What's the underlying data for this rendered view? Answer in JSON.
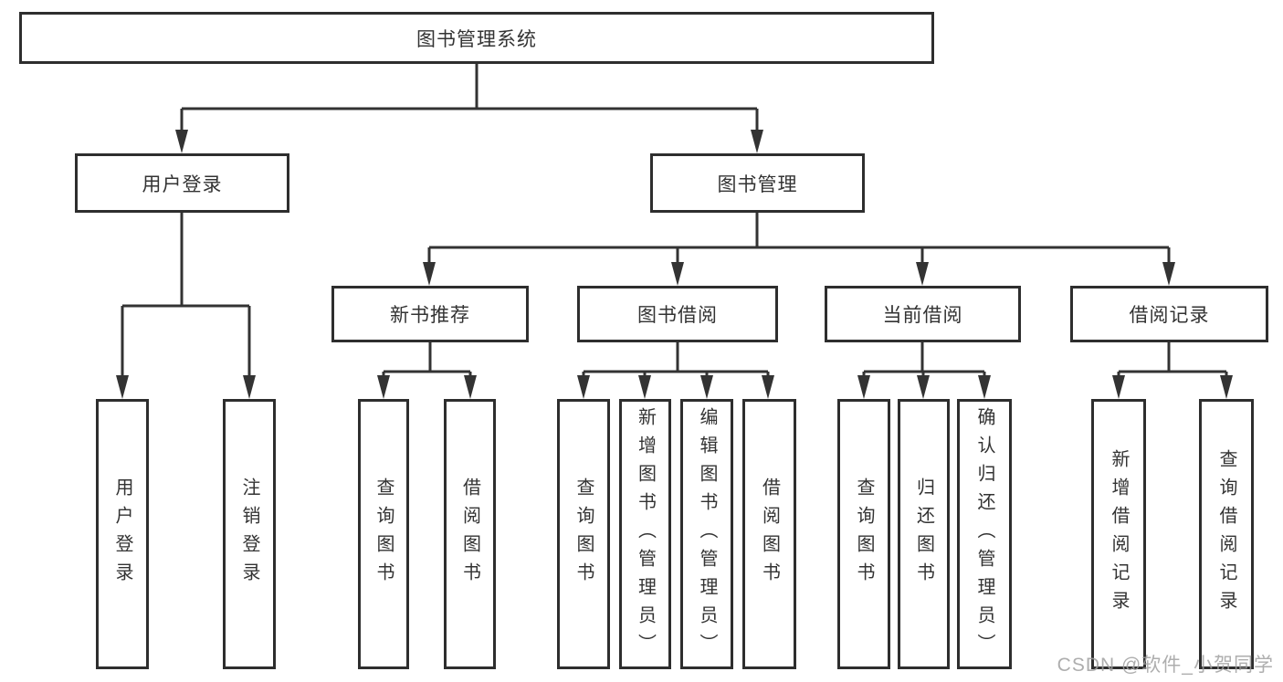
{
  "diagram": {
    "title_note": "functional structure tree of a library management system",
    "root": {
      "label": "图书管理系统"
    },
    "level2": [
      {
        "id": "user-login",
        "label": "用户登录"
      },
      {
        "id": "book-management",
        "label": "图书管理"
      }
    ],
    "level3": [
      {
        "id": "new-book-recommend",
        "label": "新书推荐",
        "parent": "图书管理"
      },
      {
        "id": "book-borrowing",
        "label": "图书借阅",
        "parent": "图书管理"
      },
      {
        "id": "current-borrowing",
        "label": "当前借阅",
        "parent": "图书管理"
      },
      {
        "id": "borrowing-records",
        "label": "借阅记录",
        "parent": "图书管理"
      }
    ],
    "leaves": [
      {
        "id": "user-login-leaf",
        "label": "用户登录",
        "parent": "用户登录"
      },
      {
        "id": "logout",
        "label": "注销登录",
        "parent": "用户登录"
      },
      {
        "id": "query-books-1",
        "label": "查询图书",
        "parent": "新书推荐"
      },
      {
        "id": "borrow-books-1",
        "label": "借阅图书",
        "parent": "新书推荐"
      },
      {
        "id": "query-books-2",
        "label": "查询图书",
        "parent": "图书借阅"
      },
      {
        "id": "add-book-admin",
        "label": "新增图书（管理员）",
        "parent": "图书借阅"
      },
      {
        "id": "edit-book-admin",
        "label": "编辑图书（管理员）",
        "parent": "图书借阅"
      },
      {
        "id": "borrow-books-2",
        "label": "借阅图书",
        "parent": "图书借阅"
      },
      {
        "id": "query-books-3",
        "label": "查询图书",
        "parent": "当前借阅"
      },
      {
        "id": "return-book",
        "label": "归还图书",
        "parent": "当前借阅"
      },
      {
        "id": "confirm-return-admin",
        "label": "确认归还（管理员）",
        "parent": "当前借阅"
      },
      {
        "id": "add-borrow-record",
        "label": "新增借阅记录",
        "parent": "借阅记录"
      },
      {
        "id": "query-borrow-record",
        "label": "查询借阅记录",
        "parent": "借阅记录"
      }
    ]
  },
  "watermark": {
    "text": "CSDN @软件_小贺同学"
  },
  "colors": {
    "background": "#ffffff",
    "line": "#333333",
    "box_border": "#2e2e2e",
    "text": "#333333",
    "watermark": "#a0a0a0"
  }
}
